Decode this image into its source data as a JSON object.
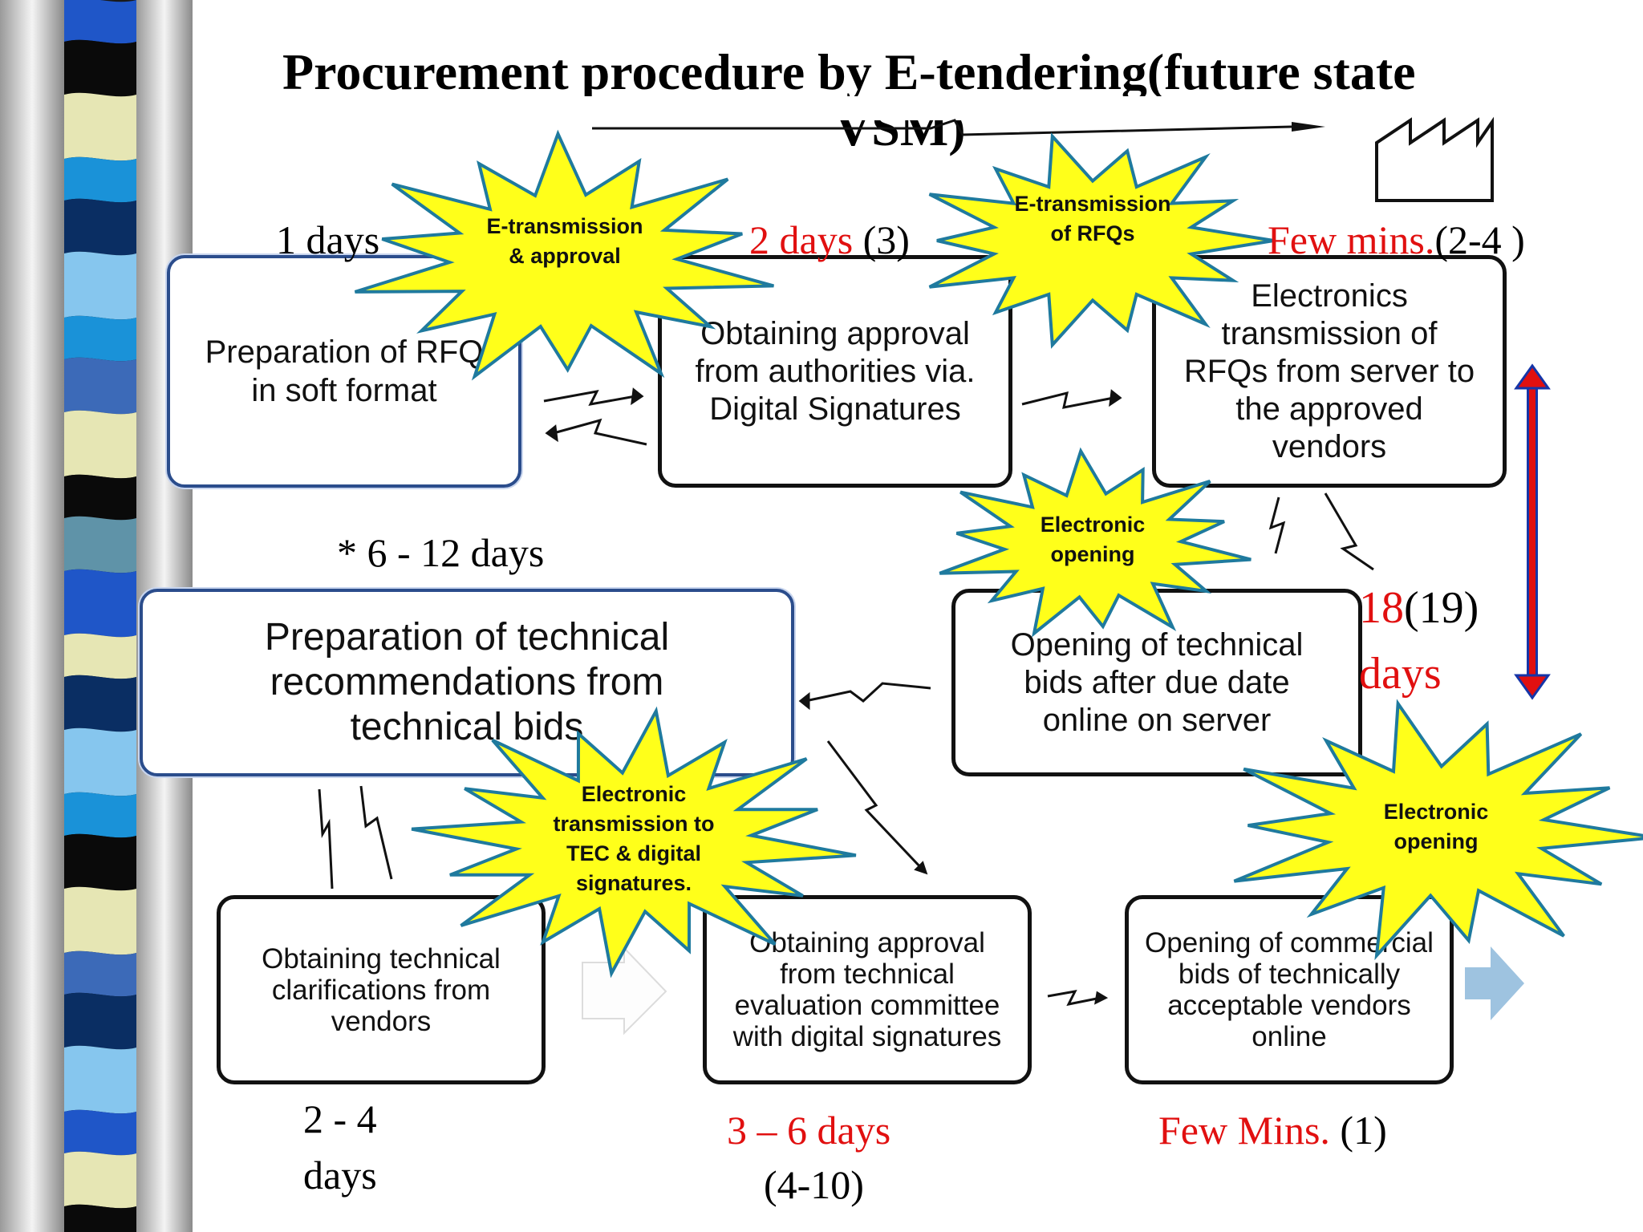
{
  "title": "Procurement procedure by  E-tendering(future state",
  "title_fragment": "VSM)",
  "boxes": {
    "prep_rfq": "Preparation  of RFQ in soft format",
    "approval_authorities": "Obtaining approval from authorities via. Digital Signatures",
    "electronic_transmission": "Electronics transmission of RFQs  from server to the approved vendors",
    "tech_recommendations": "Preparation of technical recommendations from technical bids",
    "opening_technical": "Opening of technical bids after due date online on server",
    "tech_clarifications": "Obtaining technical clarifications from vendors",
    "approval_tec": "Obtaining approval from technical evaluation committee with digital signatures",
    "opening_commercial": "Opening of commercial bids of technically acceptable vendors online"
  },
  "bursts": {
    "e_transmission_approval": "E-transmission & approval",
    "e_transmission_rfqs": "E-transmission of RFQs",
    "electronic_opening_1": "Electronic opening",
    "electronic_transmission_tec": "Electronic transmission to TEC & digital signatures.",
    "electronic_opening_2": "Electronic opening"
  },
  "times": {
    "t1": "1 days",
    "t2_red": "2 days",
    "t2_black": " (3)",
    "t3_red": "Few mins.",
    "t3_black": "(2-4 )",
    "t4": "* 6  - 12 days",
    "total_red": "18",
    "total_black": "(19)",
    "total_days": "days",
    "t5_line1": "2 - 4",
    "t5_line2": "days",
    "t6_red": "3 – 6 days",
    "t6_black": "(4-10)",
    "t7_red": "Few Mins.",
    "t7_black": " (1)"
  },
  "colors": {
    "burst_fill": "#ffff1a",
    "burst_stroke": "#1f7a9e",
    "accent_red": "#e11010",
    "arrow_blue": "#1535a8",
    "box_blue_border": "#2b4d8c",
    "push_arrow": "#9ec3e0"
  },
  "icons": [
    "factory-icon",
    "electronic-flow-arrow-icon",
    "push-arrow-icon",
    "double-arrow-icon"
  ]
}
